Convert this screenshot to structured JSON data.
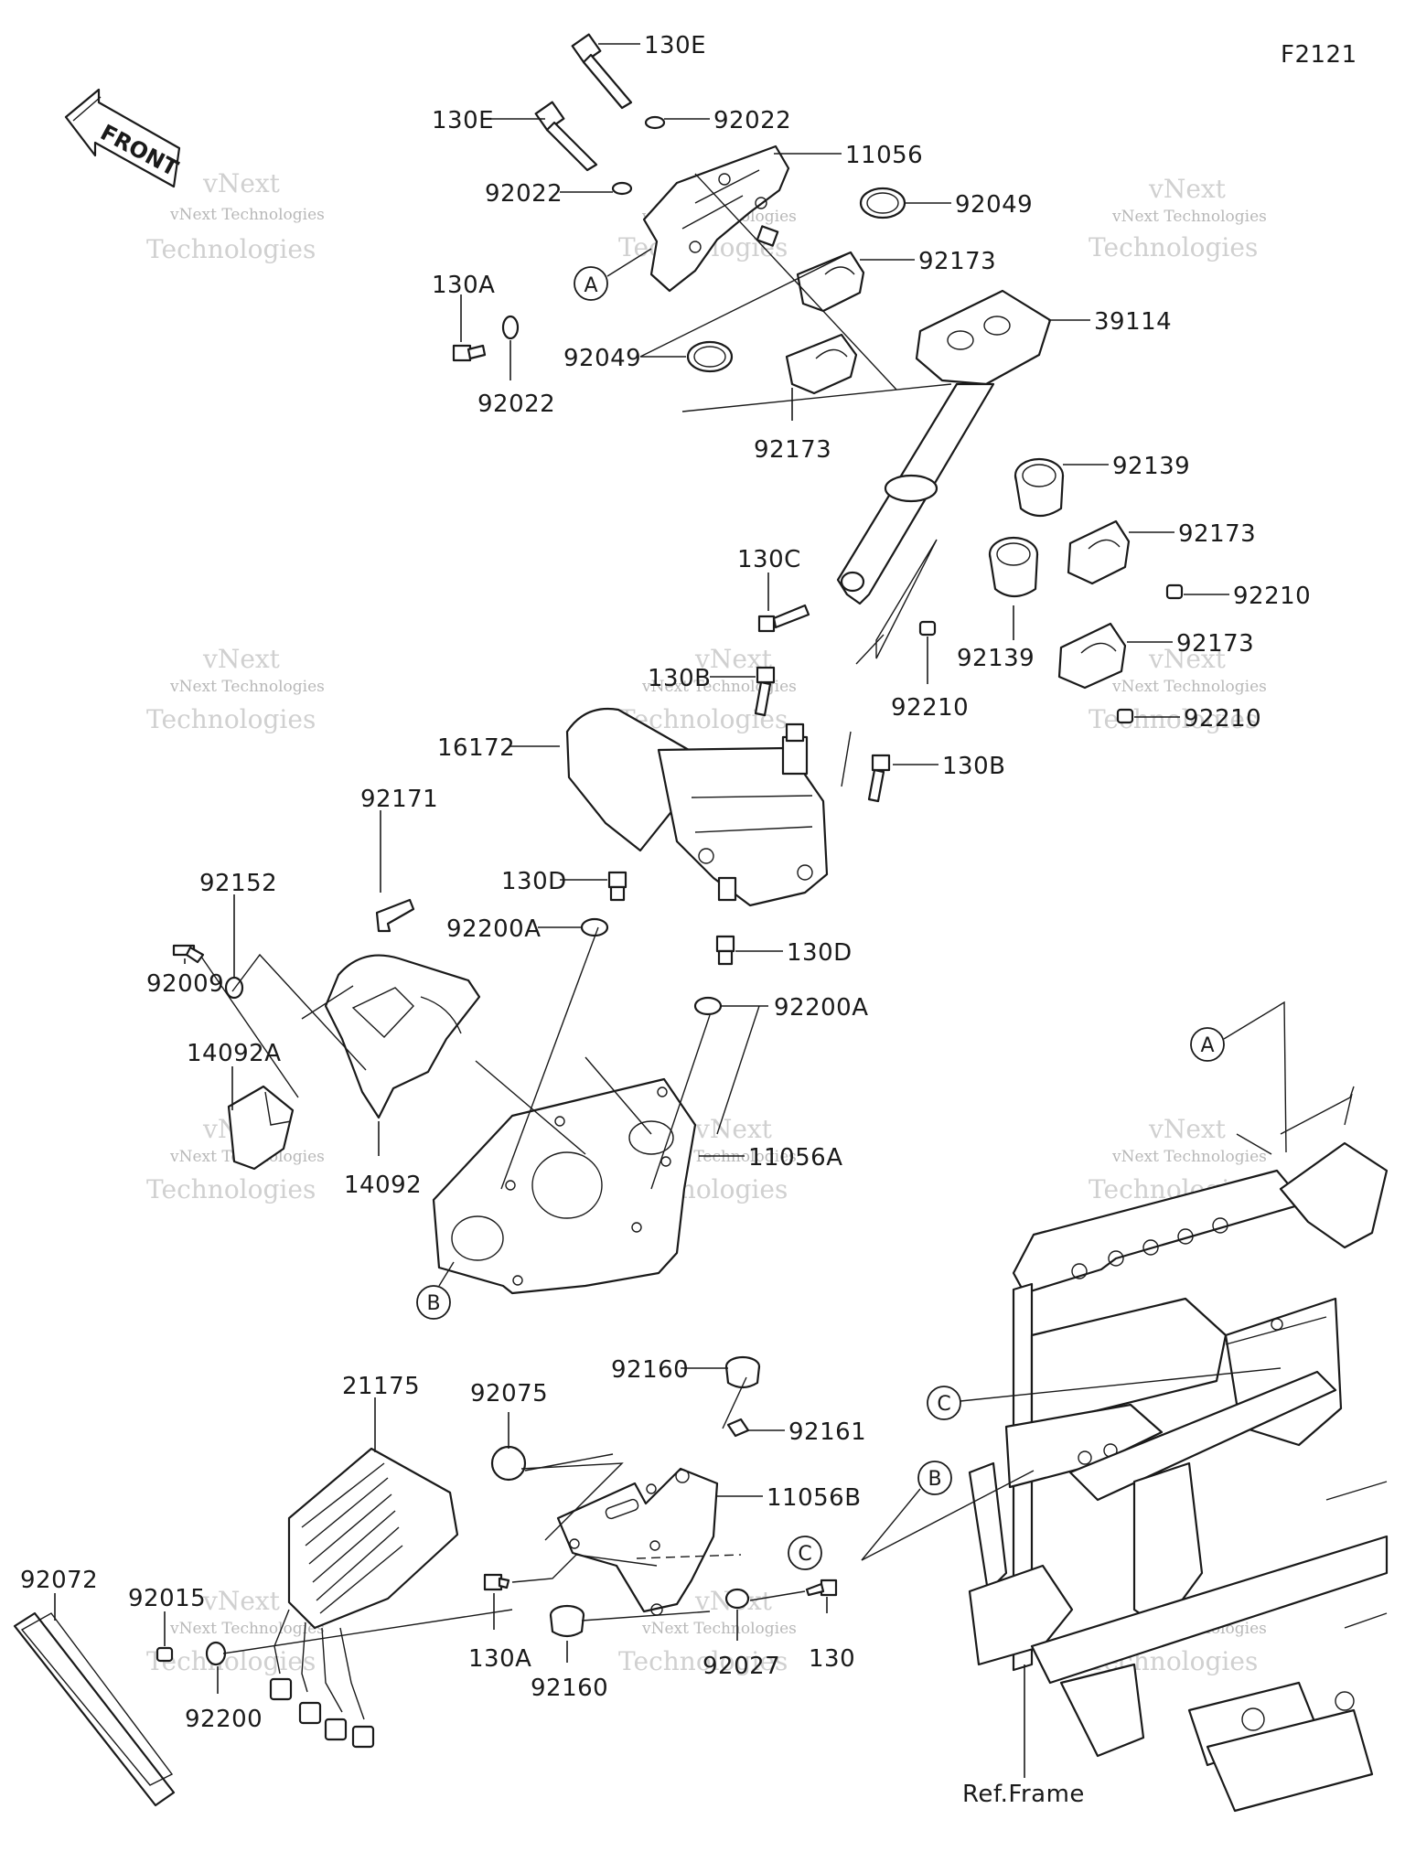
{
  "figure_code": "F2121",
  "front_label": "FRONT",
  "ref_frame": "Ref.Frame",
  "callouts": [
    "A",
    "B",
    "C"
  ],
  "watermark": {
    "line1": "vNext Technologies",
    "line2": "vNext",
    "line3": "Technologies"
  },
  "parts": [
    "130E",
    "130E",
    "92022",
    "11056",
    "92022",
    "92049",
    "92173",
    "130A",
    "92022",
    "39114",
    "92049",
    "92173",
    "92139",
    "92173",
    "130C",
    "92210",
    "92139",
    "92173",
    "92210",
    "92210",
    "130B",
    "16172",
    "130B",
    "92171",
    "92152",
    "130D",
    "92200A",
    "92009",
    "130D",
    "92200A",
    "14092A",
    "11056A",
    "14092",
    "21175",
    "92075",
    "92160",
    "92161",
    "11056B",
    "92072",
    "92015",
    "130A",
    "92160",
    "92027",
    "130",
    "92200"
  ]
}
